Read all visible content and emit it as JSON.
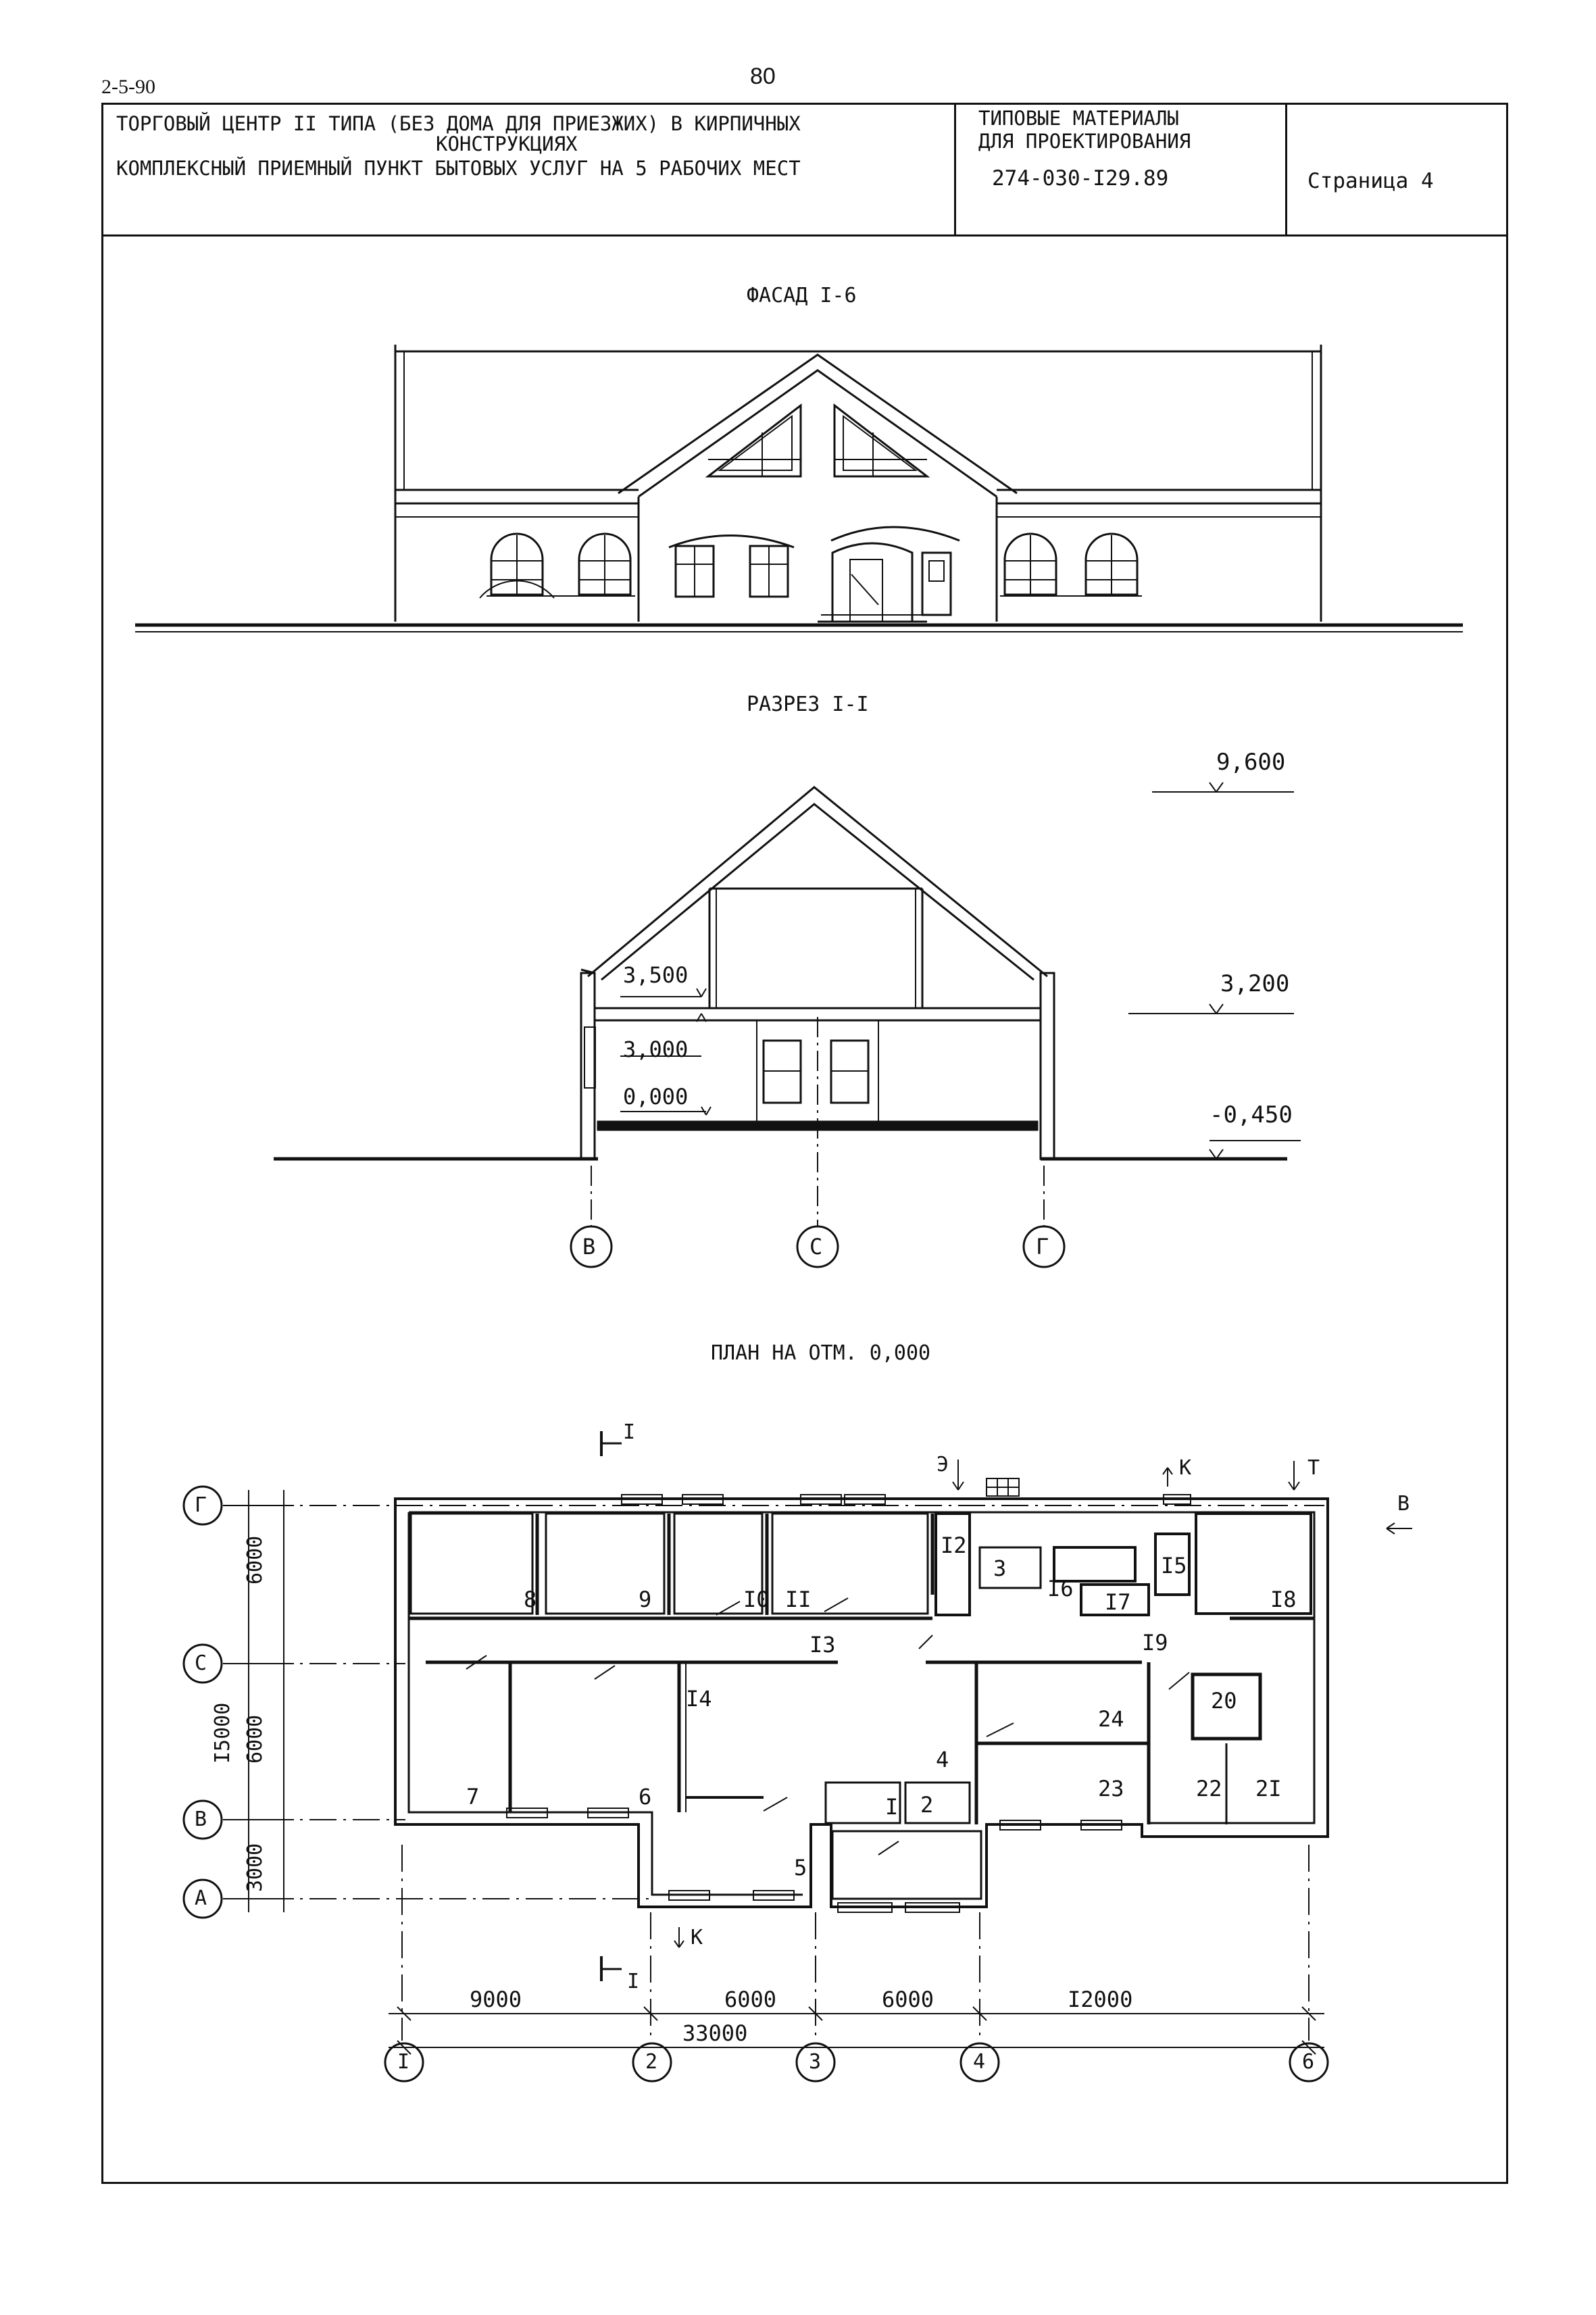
{
  "sheet": {
    "corner_code": "2-5-90",
    "page_number": "80"
  },
  "title_block": {
    "line1": "ТОРГОВЫЙ ЦЕНТР II ТИПА (БЕЗ ДОМА ДЛЯ ПРИЕЗЖИХ) В КИРПИЧНЫХ",
    "line2": "КОНСТРУКЦИЯХ",
    "line3": "КОМПЛЕКСНЫЙ ПРИЕМНЫЙ ПУНКТ БЫТОВЫХ УСЛУГ НА 5 РАБОЧИХ МЕСТ",
    "series_line1": "ТИПОВЫЕ МАТЕРИАЛЫ",
    "series_line2": "ДЛЯ ПРОЕКТИРОВАНИЯ",
    "series_code": "274-030-I29.89",
    "page_label": "Страница 4"
  },
  "facade": {
    "title": "ФАСАД I-6"
  },
  "section": {
    "title": "РАЗРЕЗ I-I",
    "levels": {
      "top": "9,600",
      "eave": "3,200",
      "ground": "-0,450"
    },
    "marks": {
      "attic": "3,500",
      "ceiling": "3,000",
      "floor": "0,000"
    },
    "axes": [
      "В",
      "С",
      "Г"
    ]
  },
  "plan": {
    "title": "ПЛАН НА ОТМ. 0,000",
    "row_axes": [
      "Г",
      "С",
      "В",
      "А"
    ],
    "col_axes": [
      "I",
      "2",
      "3",
      "4",
      "6"
    ],
    "vertical_dims": [
      "6000",
      "6000",
      "3000",
      "I5000"
    ],
    "horizontal_dims": [
      "9000",
      "6000",
      "6000",
      "I2000"
    ],
    "total_dim": "33000",
    "section_cut_label": "I",
    "arrow_labels": {
      "e": "Э",
      "k": "К",
      "t": "Т",
      "v": "В"
    },
    "rooms": [
      "I",
      "2",
      "3",
      "4",
      "5",
      "6",
      "7",
      "8",
      "9",
      "I0",
      "II",
      "I2",
      "I3",
      "I4",
      "I5",
      "I6",
      "I7",
      "I8",
      "I9",
      "20",
      "2I",
      "22",
      "23",
      "24"
    ]
  }
}
